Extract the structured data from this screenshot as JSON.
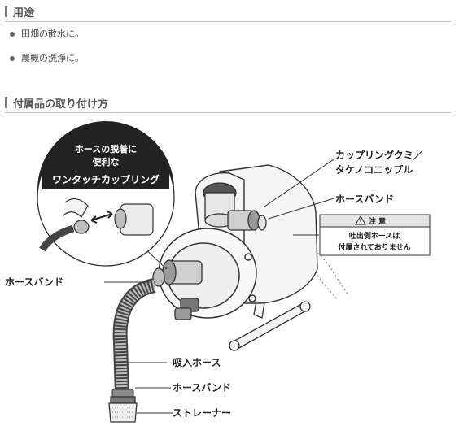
{
  "sections": {
    "usage": {
      "title": "用途",
      "items": [
        "田畑の散水に。",
        "農機の洗浄に。"
      ]
    },
    "install": {
      "title": "付属品の取り付け方"
    }
  },
  "diagram": {
    "bubble": {
      "line1": "ホースの脱着に",
      "line2": "便利な",
      "line3": "ワンタッチカップリング"
    },
    "labels": {
      "coupling_line1": "カップリングクミ／",
      "coupling_line2": "タケノコニップル",
      "hose_band_top": "ホースバンド",
      "hose_band_left": "ホースバンド",
      "suction_hose": "吸入ホース",
      "hose_band_bottom": "ホースバンド",
      "strainer": "ストレーナー"
    },
    "caution": {
      "title": "注 意",
      "line1": "吐出側ホースは",
      "line2": "付属されておりません"
    }
  }
}
